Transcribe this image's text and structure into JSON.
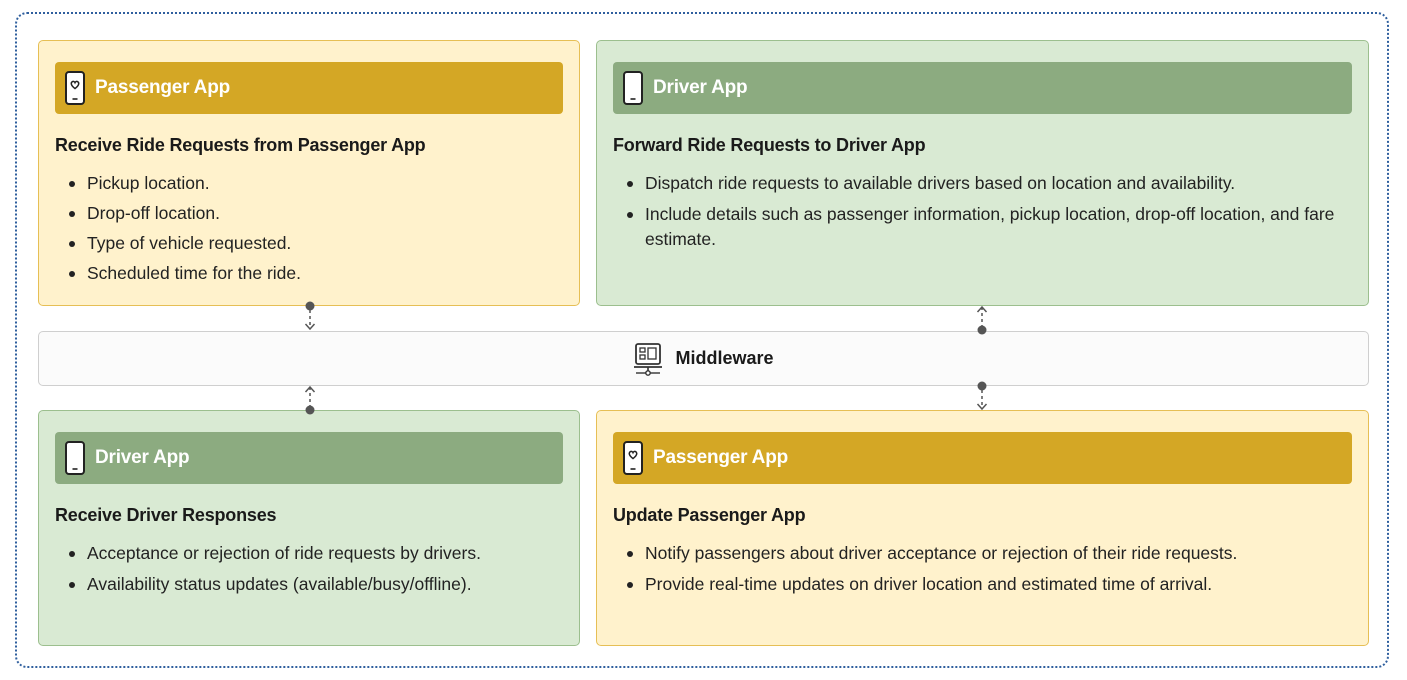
{
  "middleware": {
    "label": "Middleware",
    "icon": "server-monitor-icon"
  },
  "cards": [
    {
      "header": "Passenger App",
      "icon": "passenger-phone-icon",
      "heading": "Receive Ride Requests from Passenger App",
      "items": [
        "Pickup location.",
        "Drop-off location.",
        "Type of vehicle requested.",
        "Scheduled time for the ride."
      ]
    },
    {
      "header": "Driver App",
      "icon": "driver-phone-icon",
      "heading": "Forward Ride Requests to Driver App",
      "items": [
        "Dispatch ride requests to available drivers based on location and availability.",
        "Include details such as passenger information, pickup location, drop-off location, and fare estimate."
      ]
    },
    {
      "header": "Driver App",
      "icon": "driver-phone-icon",
      "heading": "Receive Driver Responses",
      "items": [
        "Acceptance or rejection of ride requests by drivers.",
        "Availability status updates (available/busy/offline)."
      ]
    },
    {
      "header": "Passenger App",
      "icon": "passenger-phone-icon",
      "heading": "Update Passenger App",
      "items": [
        "Notify passengers about driver acceptance or rejection of their ride requests.",
        "Provide real-time updates on driver location and estimated time of arrival."
      ]
    }
  ],
  "colors": {
    "frame_border": "#2f5f9e",
    "passenger_header": "#d4a725",
    "passenger_bg": "#fff2cc",
    "driver_header": "#8cab80",
    "driver_bg": "#d9ead3",
    "connector": "#555555"
  }
}
